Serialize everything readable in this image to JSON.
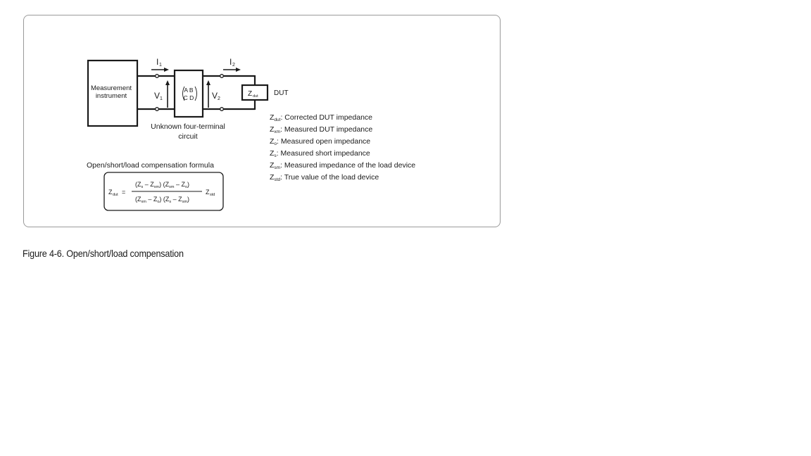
{
  "diagram": {
    "instrument_label_line1": "Measurement",
    "instrument_label_line2": "instrument",
    "current_symbol": "I",
    "current1_sub": "1",
    "current2_sub": "2",
    "voltage_symbol": "V",
    "voltage1_sub": "1",
    "voltage2_sub": "2",
    "matrix_row1": "A B",
    "matrix_row2": "C D",
    "network_label_line1": "Unknown four-terminal",
    "network_label_line2": "circuit",
    "zdut_symbol": "Z",
    "zdut_sub": "dut",
    "dut_label": "DUT",
    "formula_title": "Open/short/load compensation formula",
    "formula": {
      "lhs_symbol": "Z",
      "lhs_sub": "dut",
      "equals": "=",
      "numerator": [
        {
          "t": "(Z"
        },
        {
          "s": "s"
        },
        {
          "t": " – Z"
        },
        {
          "s": "xm"
        },
        {
          "t": ") (Z"
        },
        {
          "s": "sm"
        },
        {
          "t": " – Z"
        },
        {
          "s": "o"
        },
        {
          "t": ")"
        }
      ],
      "denominator": [
        {
          "t": "(Z"
        },
        {
          "s": "xm"
        },
        {
          "t": " – Z"
        },
        {
          "s": "o"
        },
        {
          "t": ") (Z"
        },
        {
          "s": "s"
        },
        {
          "t": " – Z"
        },
        {
          "s": "sm"
        },
        {
          "t": ")"
        }
      ],
      "rhs_symbol": "Z",
      "rhs_sub": "std"
    },
    "legend": [
      {
        "symbol": "Z",
        "sub": "dut",
        "text": ": Corrected DUT impedance"
      },
      {
        "symbol": "Z",
        "sub": "xm",
        "text": ": Measured DUT impedance"
      },
      {
        "symbol": "Z",
        "sub": "o",
        "text": ": Measured open impedance"
      },
      {
        "symbol": "Z",
        "sub": "s",
        "text": ": Measured short impedance"
      },
      {
        "symbol": "Z",
        "sub": "sm",
        "text": ": Measured impedance of the load device"
      },
      {
        "symbol": "Z",
        "sub": "std",
        "text": ": True value of the load device"
      }
    ]
  },
  "caption": "Figure 4-6. Open/short/load compensation"
}
